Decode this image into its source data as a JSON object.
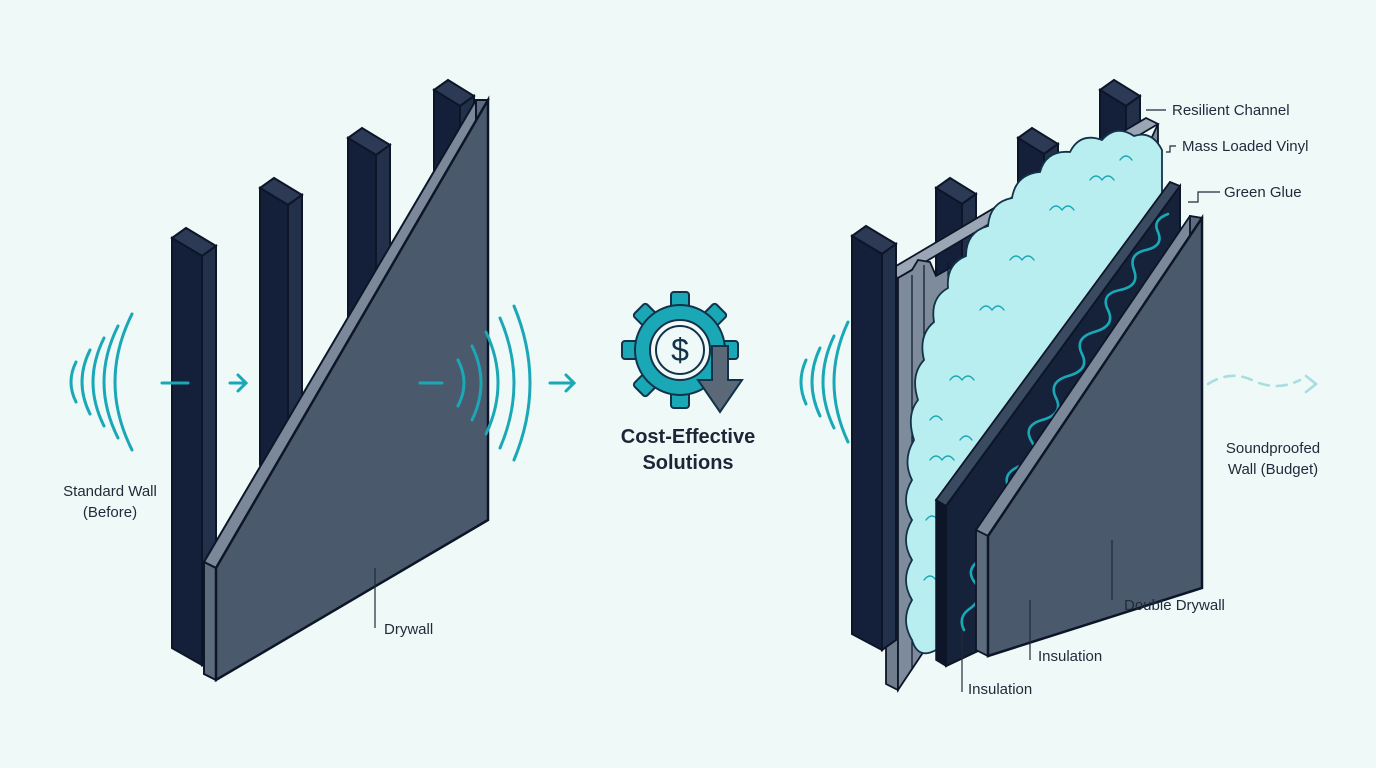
{
  "center": {
    "title_line1": "Cost-Effective",
    "title_line2": "Solutions",
    "icon_symbol": "$"
  },
  "left": {
    "caption_line1": "Standard Wall",
    "caption_line2": "(Before)",
    "drywall_label": "Drywall"
  },
  "right": {
    "caption_line1": "Soundproofed",
    "caption_line2": "Wall (Budget)",
    "labels": {
      "resilient_channel": "Resilient Channel",
      "mass_loaded_vinyl": "Mass Loaded Vinyl",
      "green_glue": "Green Glue",
      "double_drywall": "Double Drywall",
      "insulation_inner": "Insulation",
      "insulation_outer": "Insulation"
    }
  },
  "colors": {
    "background": "#eef9f8",
    "stud": "#14203a",
    "drywall": "#4a5a6c",
    "accent": "#1aa7b6",
    "insulation": "#b9eef0"
  },
  "icons": [
    "sound-wave-icon",
    "arrow-right-icon",
    "gear-dollar-icon",
    "down-arrow-icon"
  ]
}
